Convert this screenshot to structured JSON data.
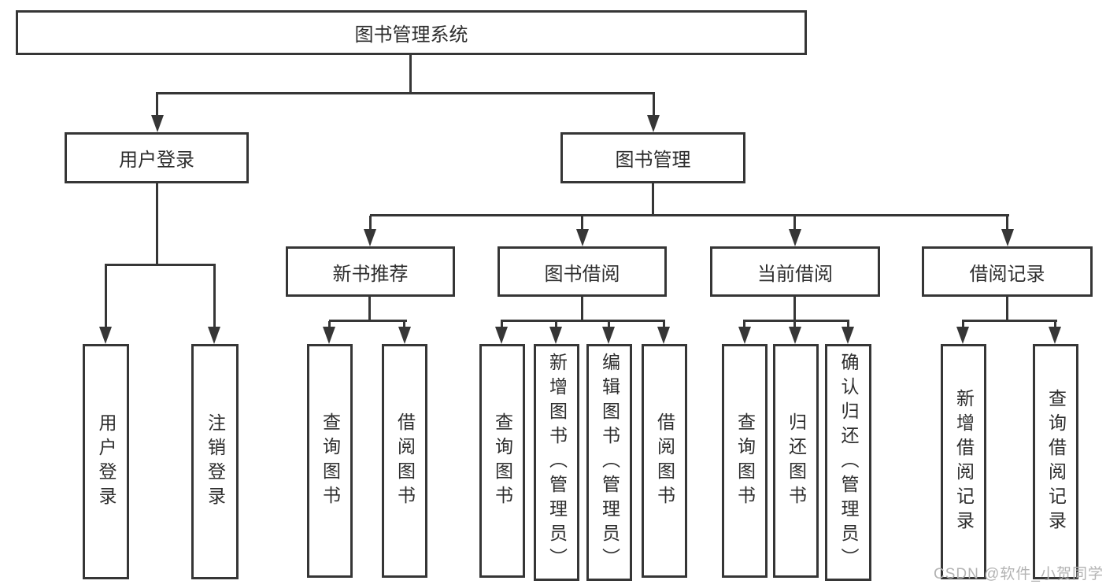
{
  "nodes": {
    "root": "图书管理系统",
    "user_login": "用户登录",
    "book_management": "图书管理",
    "new_book_recommend": "新书推荐",
    "book_borrow": "图书借阅",
    "current_borrow": "当前借阅",
    "borrow_records": "借阅记录"
  },
  "leaves": {
    "login": "用户登录",
    "logout": "注销登录",
    "nb_query": "查询图书",
    "nb_borrow": "借阅图书",
    "bb_query": "查询图书",
    "bb_add": "新增图书（管理员）",
    "bb_edit": "编辑图书（管理员）",
    "bb_borrow": "借阅图书",
    "cb_query": "查询图书",
    "cb_return": "归还图书",
    "cb_confirm": "确认归还（管理员）",
    "br_add": "新增借阅记录",
    "br_query": "查询借阅记录"
  },
  "hierarchy": {
    "图书管理系统": {
      "用户登录": [
        "用户登录",
        "注销登录"
      ],
      "图书管理": {
        "新书推荐": [
          "查询图书",
          "借阅图书"
        ],
        "图书借阅": [
          "查询图书",
          "新增图书（管理员）",
          "编辑图书（管理员）",
          "借阅图书"
        ],
        "当前借阅": [
          "查询图书",
          "归还图书",
          "确认归还（管理员）"
        ],
        "借阅记录": [
          "新增借阅记录",
          "查询借阅记录"
        ]
      }
    }
  },
  "watermark": "CSDN @软件_小贺同学",
  "colors": {
    "line": "#363636",
    "box_border": "#363636",
    "box_fill": "#ffffff",
    "text": "#2d2d2d",
    "watermark": "#b3b3b3",
    "background": "#ffffff"
  }
}
